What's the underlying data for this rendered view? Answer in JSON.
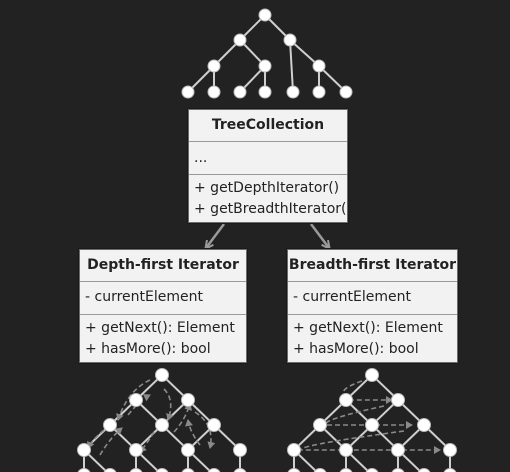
{
  "colors": {
    "background": "#222222",
    "box_fill": "#f2f2f2",
    "box_border": "#6b6b6b",
    "text": "#222222",
    "tree_line": "#cfcfcf",
    "node_fill": "#ffffff",
    "arrow": "#9a9a9a",
    "traversal_arrow": "#8a8a8a"
  },
  "tree_collection": {
    "name": "TreeCollection",
    "fields": "...",
    "methods": [
      "+ getDepthIterator()",
      "+ getBreadthIterator()"
    ]
  },
  "depth_iterator": {
    "name": "Depth-first Iterator",
    "field": "- currentElement",
    "methods": [
      "+ getNext(): Element",
      "+ hasMore(): bool"
    ]
  },
  "breadth_iterator": {
    "name": "Breadth-first Iterator",
    "field": "- currentElement",
    "methods": [
      "+ getNext(): Element",
      "+ hasMore(): bool"
    ]
  },
  "icons": {
    "top_tree": "tree-icon",
    "depth_tree": "depth-first-traversal-icon",
    "breadth_tree": "breadth-first-traversal-icon"
  }
}
